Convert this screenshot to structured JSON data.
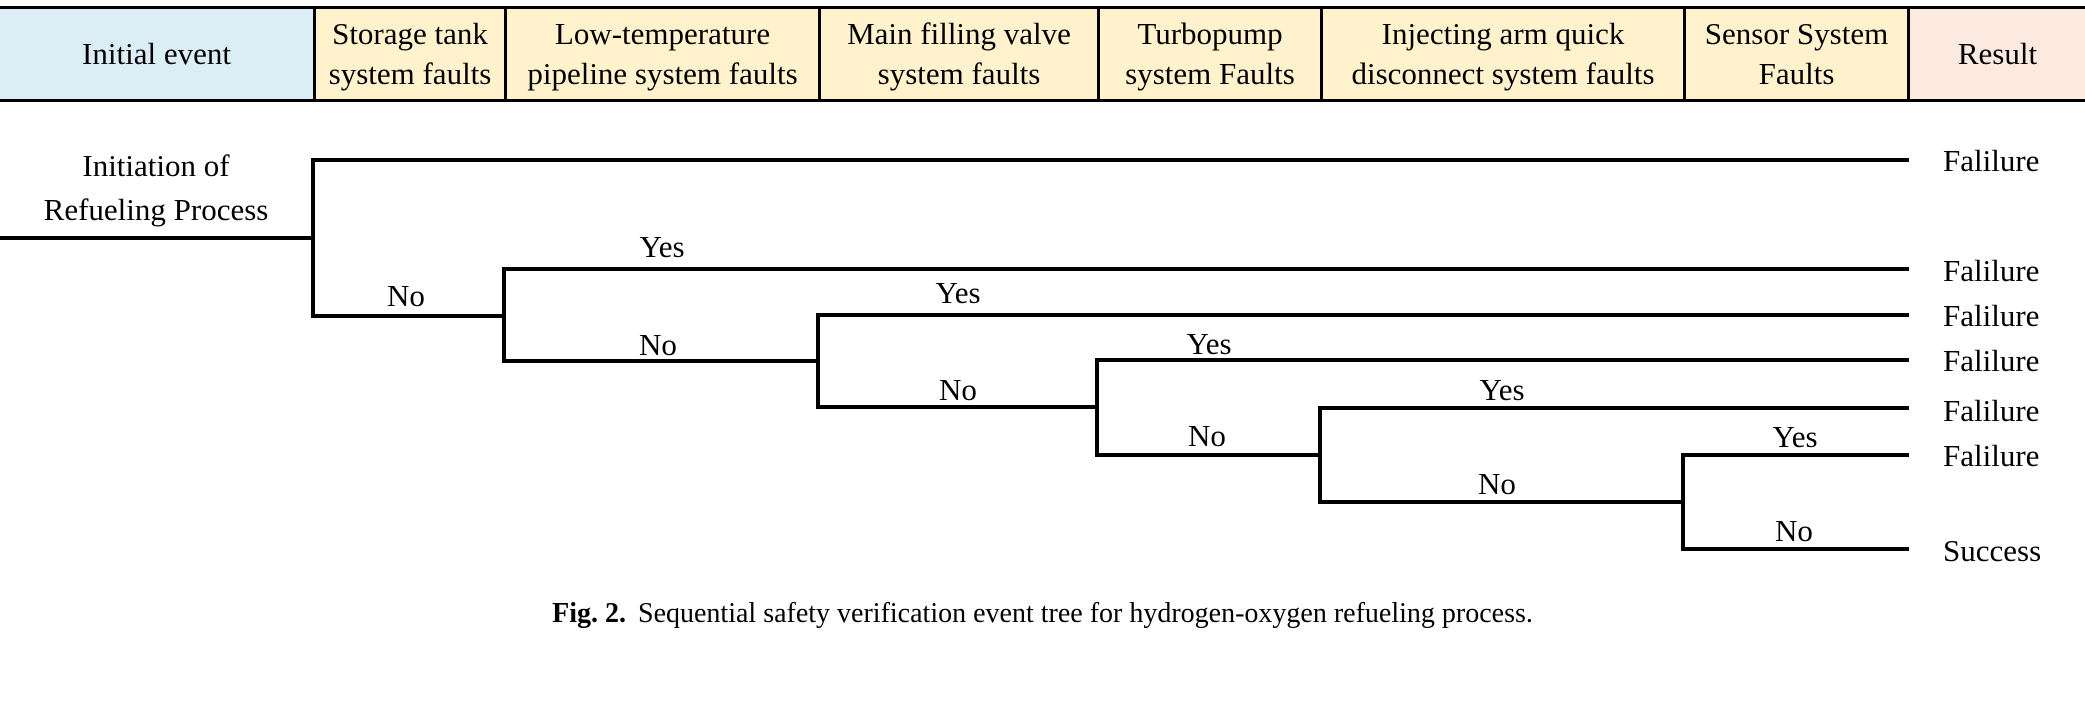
{
  "header": {
    "initial_event": "Initial event",
    "storage_tank": "Storage tank system faults",
    "low_temp_pipeline": "Low-temperature pipeline system faults",
    "main_filling_valve": "Main filling valve system faults",
    "turbopump": "Turbopump system Faults",
    "injecting_arm": "Injecting arm quick disconnect system faults",
    "sensor_system": "Sensor System Faults",
    "result": "Result"
  },
  "colors": {
    "event_header_bg": "#DCEEF5",
    "fault_header_bg": "#FFF2CC",
    "result_header_bg": "#FCE9DF"
  },
  "tree": {
    "initiating_event": [
      "Initiation of",
      "Refueling Process"
    ],
    "branches": [
      {
        "label": "No"
      },
      {
        "label": "Yes"
      },
      {
        "label": "No"
      },
      {
        "label": "Yes"
      },
      {
        "label": "No"
      },
      {
        "label": "Yes"
      },
      {
        "label": "No"
      },
      {
        "label": "Yes"
      },
      {
        "label": "No"
      },
      {
        "label": "Yes"
      },
      {
        "label": "No"
      }
    ],
    "outcomes": [
      "Falilure",
      "Falilure",
      "Falilure",
      "Falilure",
      "Falilure",
      "Falilure",
      "Success"
    ]
  },
  "caption": {
    "figure_label": "Fig. 2.",
    "text": "Sequential safety verification event tree for hydrogen-oxygen refueling process."
  }
}
